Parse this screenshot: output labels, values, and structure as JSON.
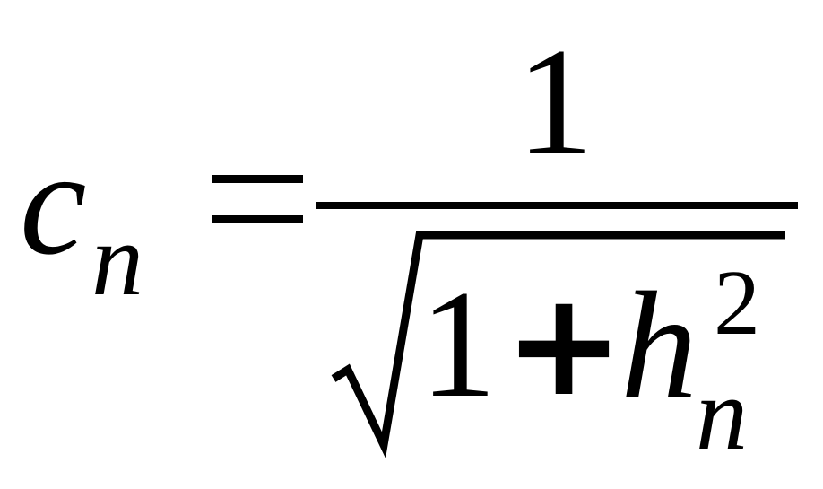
{
  "formula": {
    "lhs": {
      "variable": "c",
      "subscript": "n"
    },
    "equals": "=",
    "fraction": {
      "numerator": "1",
      "denominator": {
        "radicand": {
          "constant": "1",
          "operator": "+",
          "variable": "h",
          "subscript": "n",
          "superscript": "2"
        }
      }
    }
  }
}
